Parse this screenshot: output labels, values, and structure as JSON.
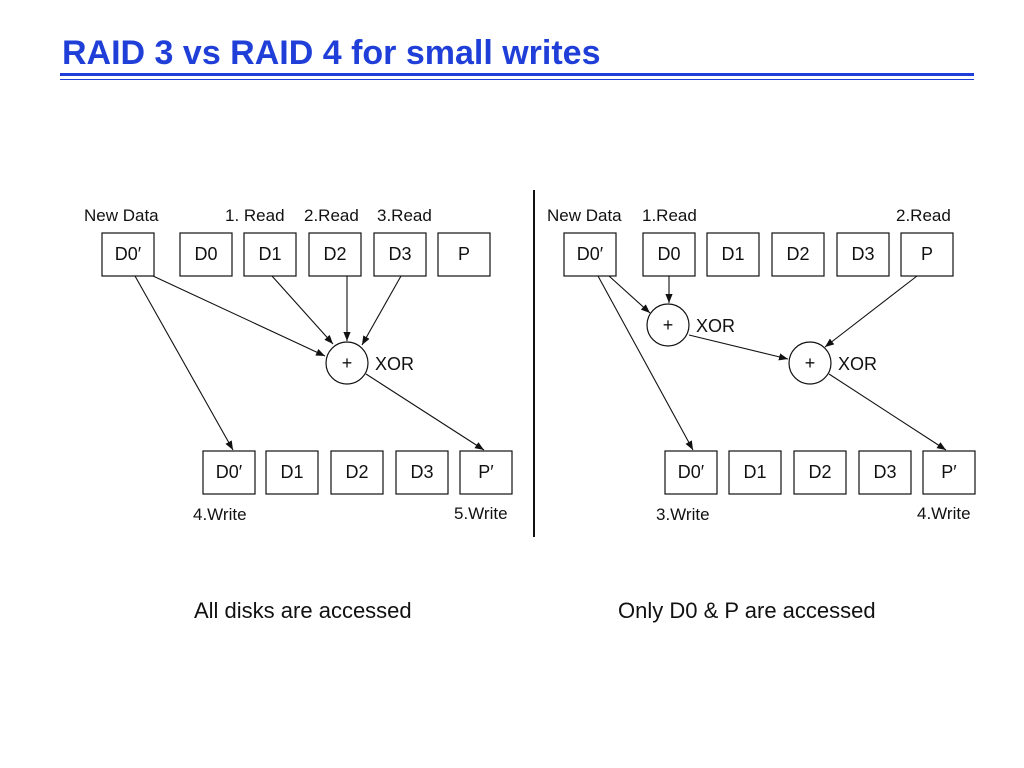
{
  "title": "RAID 3 vs RAID 4 for small writes",
  "raid3": {
    "new_data_label": "New Data",
    "read_label_1": "1. Read",
    "read_label_2": "2.Read",
    "read_label_3": "3.Read",
    "top_boxes": [
      "D0′",
      "D0",
      "D1",
      "D2",
      "D3",
      "P"
    ],
    "xor_symbol": "+",
    "xor_label": "XOR",
    "bottom_boxes": [
      "D0′",
      "D1",
      "D2",
      "D3",
      "P′"
    ],
    "write_label_1": "4.Write",
    "write_label_2": "5.Write",
    "caption": "All disks are accessed"
  },
  "raid4": {
    "new_data_label": "New Data",
    "read_label_1": "1.Read",
    "read_label_2": "2.Read",
    "top_boxes": [
      "D0′",
      "D0",
      "D1",
      "D2",
      "D3",
      "P"
    ],
    "xor1_symbol": "+",
    "xor1_label": "XOR",
    "xor2_symbol": "+",
    "xor2_label": "XOR",
    "bottom_boxes": [
      "D0′",
      "D1",
      "D2",
      "D3",
      "P′"
    ],
    "write_label_1": "3.Write",
    "write_label_2": "4.Write",
    "caption": "Only D0 & P are accessed"
  }
}
